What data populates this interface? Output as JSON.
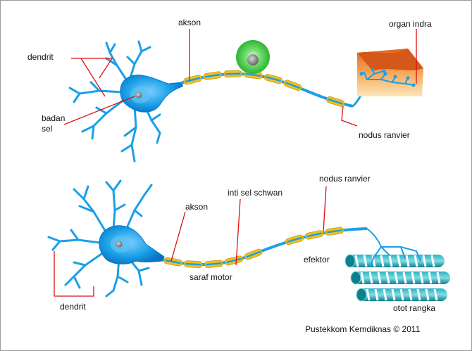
{
  "labels": {
    "akson_top": "akson",
    "organ_indra": "organ indra",
    "dendrit_top": "dendrit",
    "badan": "badan",
    "sel": "sel",
    "nodus_top": "nodus ranvier",
    "akson_bottom": "akson",
    "inti_sel_schwan": "inti sel schwan",
    "nodus_bottom": "nodus ranvier",
    "efektor": "efektor",
    "saraf_motor": "saraf motor",
    "dendrit_bottom": "dendrit",
    "otot_rangka": "otot rangka",
    "credit": "Pustekkom Kemdiknas © 2011"
  },
  "colors": {
    "neuron": "#1aa0e8",
    "neuron_dark": "#0a78c8",
    "myelin": "#f0c020",
    "myelin_edge": "#c99a10",
    "leader": "#dd1111",
    "receptor": "#f0902a",
    "muscle": "#1a9aa8",
    "stimulus": "#3cc83c"
  }
}
